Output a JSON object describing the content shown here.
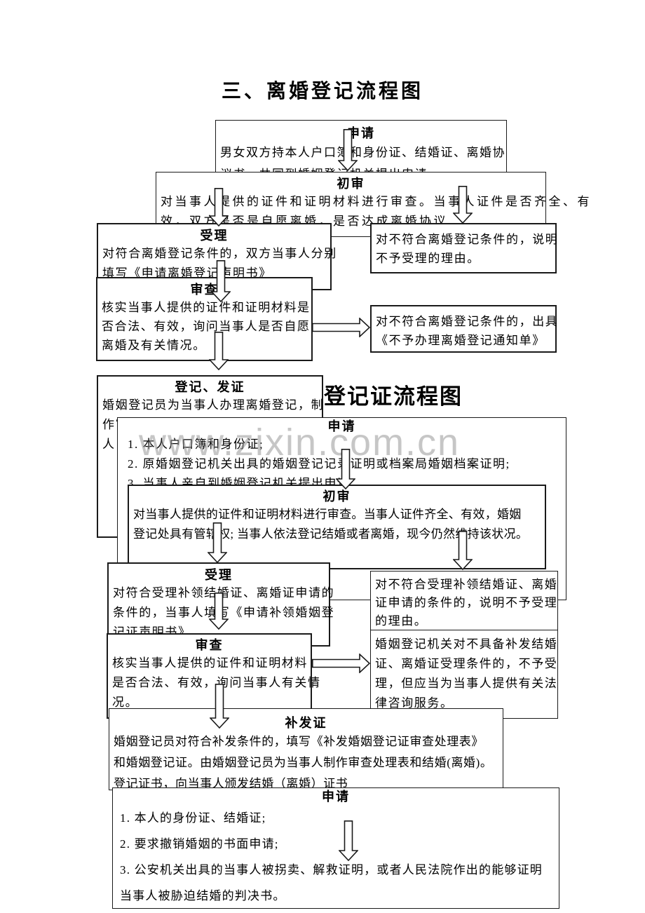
{
  "page": {
    "title1": "三、离婚登记流程图",
    "title2": "登记证流程图",
    "watermark": "www.zixin.com.cn"
  },
  "chart1": {
    "apply": {
      "label": "申请",
      "lines": [
        "男女双方持本人户口簿和身份证、结婚证、离婚协",
        "议书，共同到婚姻登记机关提出申请"
      ]
    },
    "initial_review": {
      "label": "初审",
      "lines": [
        "对当事人提供的证件和证明材料进行审查。当事人证件是否齐全、有",
        "效，双方是否是自愿离婚，是否达成离婚协议"
      ]
    },
    "accept": {
      "label": "受理",
      "lines": [
        "对符合离婚登记条件的，双方当事人分别",
        "填写《申请离婚登记声明书》"
      ]
    },
    "reject_notice": {
      "lines": [
        "对不符合离婚登记条件的，说明",
        "不予受理的理由。"
      ]
    },
    "examine": {
      "label": "审查",
      "lines": [
        "核实当事人提供的证件和证明材料是",
        "否合法、有效，询问当事人是否自愿",
        "离婚及有关情况。"
      ]
    },
    "reject_doc": {
      "lines": [
        "对不符合离婚登记条件的，出具",
        "《不予办理离婚登记通知单》"
      ]
    },
    "register": {
      "label": "登记、发证",
      "lines": [
        "婚姻登记员为当事人办理离婚登记，制",
        "作审",
        "人"
      ]
    }
  },
  "chart2": {
    "apply": {
      "label": "申请",
      "lines": [
        "1. 本人户口簿和身份证;",
        "2. 原婚姻登记机关出具的婚姻登记记录证明或档案局婚姻档案证明;",
        "3. 当事人亲自到婚姻登记机关提出申请"
      ]
    },
    "initial_review": {
      "label": "初审",
      "lines": [
        "对当事人提供的证件和证明材料进行审查。当事人证件齐全、有效，婚姻",
        "登记处具有管辖权; 当事人依法登记结婚或者离婚，现今仍然维持该状况。"
      ]
    },
    "accept": {
      "label": "受理",
      "lines": [
        "对符合受理补领结婚证、离婚证申请的",
        "条件的，当事人填写《申请补领婚姻登",
        "记证声明书》"
      ]
    },
    "reject_notice": {
      "lines": [
        "对不符合受理补领结婚证、离婚",
        "证申请的条件的，说明不予受理",
        "的理由。"
      ]
    },
    "examine": {
      "label": "审查",
      "lines": [
        "核实当事人提供的证件和证明材料",
        "是否合法、有效，询问当事人有关情",
        "况。"
      ]
    },
    "no_accept_notice": {
      "lines": [
        "婚姻登记机关对不具备补发结婚",
        "证、离婚证受理条件的，不予受",
        "理，但应当为当事人提供有关法",
        "律咨询服务。"
      ]
    },
    "reissue": {
      "label": "补发证",
      "lines": [
        "婚姻登记员对符合补发条件的，填写《补发婚姻登记证审查处理表》",
        "和婚姻登记证。由婚姻登记员为当事人制作审查处理表和结婚(离婚)。",
        "登记证书，向当事人颁发结婚（离婚）证书"
      ]
    },
    "cancel_apply": {
      "label": "申请",
      "lines": [
        "1. 本人的身份证、结婚证;",
        "2. 要求撤销婚姻的书面申请;",
        "3. 公安机关出具的当事人被拐卖、解救证明，或者人民法院作出的能够证明",
        "当事人被胁迫结婚的判决书。"
      ]
    }
  }
}
